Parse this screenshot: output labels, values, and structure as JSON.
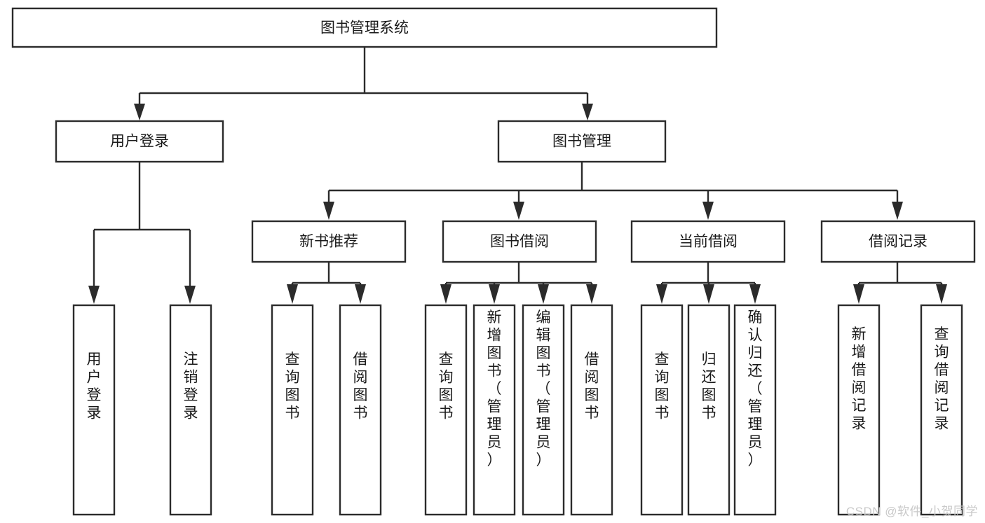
{
  "diagram": {
    "type": "tree-hierarchy",
    "title": "图书管理系统",
    "watermark": "CSDN @软件_小贺同学",
    "colors": {
      "background": "#ffffff",
      "box_stroke": "#2b2b2b",
      "box_fill": "#ffffff",
      "text": "#1a1a1a",
      "watermark": "#c9c9c9"
    },
    "levels": {
      "root": {
        "label": "图书管理系统"
      },
      "level2": [
        {
          "label": "用户登录"
        },
        {
          "label": "图书管理"
        }
      ],
      "level3": [
        {
          "label": "新书推荐"
        },
        {
          "label": "图书借阅"
        },
        {
          "label": "当前借阅"
        },
        {
          "label": "借阅记录"
        }
      ],
      "leaves": {
        "user_login": [
          {
            "label": "用户登录"
          },
          {
            "label": "注销登录"
          }
        ],
        "new_book_recommend": [
          {
            "label": "查询图书"
          },
          {
            "label": "借阅图书"
          }
        ],
        "book_borrow": [
          {
            "label": "查询图书"
          },
          {
            "label": "新增图书（管理员）"
          },
          {
            "label": "编辑图书（管理员）"
          },
          {
            "label": "借阅图书"
          }
        ],
        "current_borrow": [
          {
            "label": "查询图书"
          },
          {
            "label": "归还图书"
          },
          {
            "label": "确认归还（管理员）"
          }
        ],
        "borrow_record": [
          {
            "label": "新增借阅记录"
          },
          {
            "label": "查询借阅记录"
          }
        ]
      }
    }
  }
}
